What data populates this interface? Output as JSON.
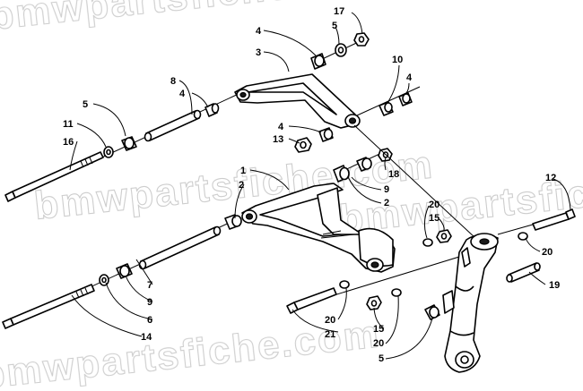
{
  "watermark_text": "bmwpartsfiche.com",
  "callouts": {
    "c1": "1",
    "c2a": "2",
    "c2b": "2",
    "c3": "3",
    "c4a": "4",
    "c4b": "4",
    "c4c": "4",
    "c4d": "4",
    "c5a": "5",
    "c5b": "5",
    "c5c": "5",
    "c6": "6",
    "c7": "7",
    "c8": "8",
    "c9a": "9",
    "c9b": "9",
    "c10": "10",
    "c11": "11",
    "c12": "12",
    "c13": "13",
    "c14": "14",
    "c15a": "15",
    "c15b": "15",
    "c16": "16",
    "c17": "17",
    "c18": "18",
    "c19": "19",
    "c20a": "20",
    "c20b": "20",
    "c20c": "20",
    "c20d": "20",
    "c21": "21"
  }
}
